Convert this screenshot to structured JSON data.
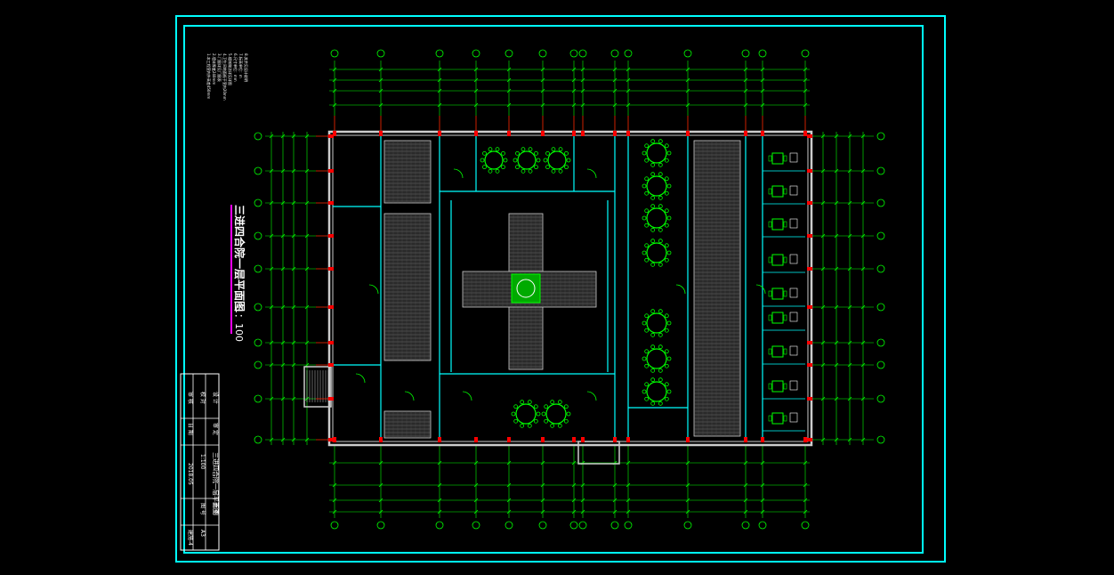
{
  "drawing": {
    "title": "三进四合院一层平面图",
    "scale_text": "1：100",
    "notes": [
      "1.本工程室内外高差450mm",
      "2.墙体厚度240mm",
      "3.门窗详见门窗表",
      "4.卫生间地面低于室内20mm",
      "5.楼梯做法详见详图",
      "6.尺寸单位：mm",
      "7.标高单位：m",
      "8.其余见设计说明"
    ],
    "title_block": {
      "project": "三进四合院一层平面图",
      "scale": "1:100",
      "sheet": "建施-4",
      "rows": [
        "设 计",
        "校 对",
        "审 核",
        "审 定",
        "日 期",
        "2018.05"
      ],
      "labels": [
        "图 号",
        "比 例",
        "图 幅",
        "A3"
      ]
    }
  },
  "colors": {
    "background": "#000000",
    "frame": "#00ffff",
    "grid_line": "#00ff00",
    "dimension": "#00ff00",
    "column": "#ff0000",
    "wall": "#cccccc",
    "furniture": "#00ff00",
    "title_underline": "#ff00ff",
    "text": "#ffffff"
  }
}
